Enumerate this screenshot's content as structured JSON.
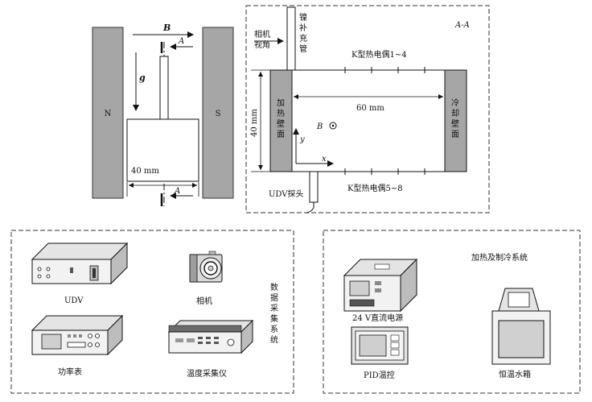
{
  "magnet": {
    "north_label": "N",
    "south_label": "S",
    "field_label": "B",
    "gravity_label": "g",
    "section_label_top": "A",
    "section_label_bottom": "A",
    "width_label": "40 mm"
  },
  "section_view": {
    "title": "A-A",
    "camera_label_line1": "相机",
    "camera_label_line2": "视角",
    "sheath_chars": [
      "镍",
      "补",
      "充",
      "管"
    ],
    "thermocouple_top": "K型热电偶1~4",
    "thermocouple_bottom": "K型热电偶5~8",
    "width_label": "60 mm",
    "height_label": "40 mm",
    "heating_wall_chars": [
      "加",
      "热",
      "壁",
      "面"
    ],
    "cooling_wall_chars": [
      "冷",
      "却",
      "壁",
      "面"
    ],
    "field_label": "B",
    "axis_x": "x",
    "axis_y": "y",
    "probe_label": "UDV探头"
  },
  "daq": {
    "group_chars": [
      "数",
      "据",
      "采",
      "集",
      "系",
      "统"
    ],
    "udv": "UDV",
    "camera": "相机",
    "power_meter": "功率表",
    "temp_logger": "温度采集仪"
  },
  "thermal": {
    "title": "加热及制冷系统",
    "dc_supply": "24 V直流电源",
    "pid": "PID温控",
    "water_bath": "恒温水箱"
  },
  "colors": {
    "wall_fill": "#a6a6a6",
    "device_fill": "#e4e4e4",
    "device_dark": "#bdbdbd",
    "stroke": "#1a1a1a"
  }
}
